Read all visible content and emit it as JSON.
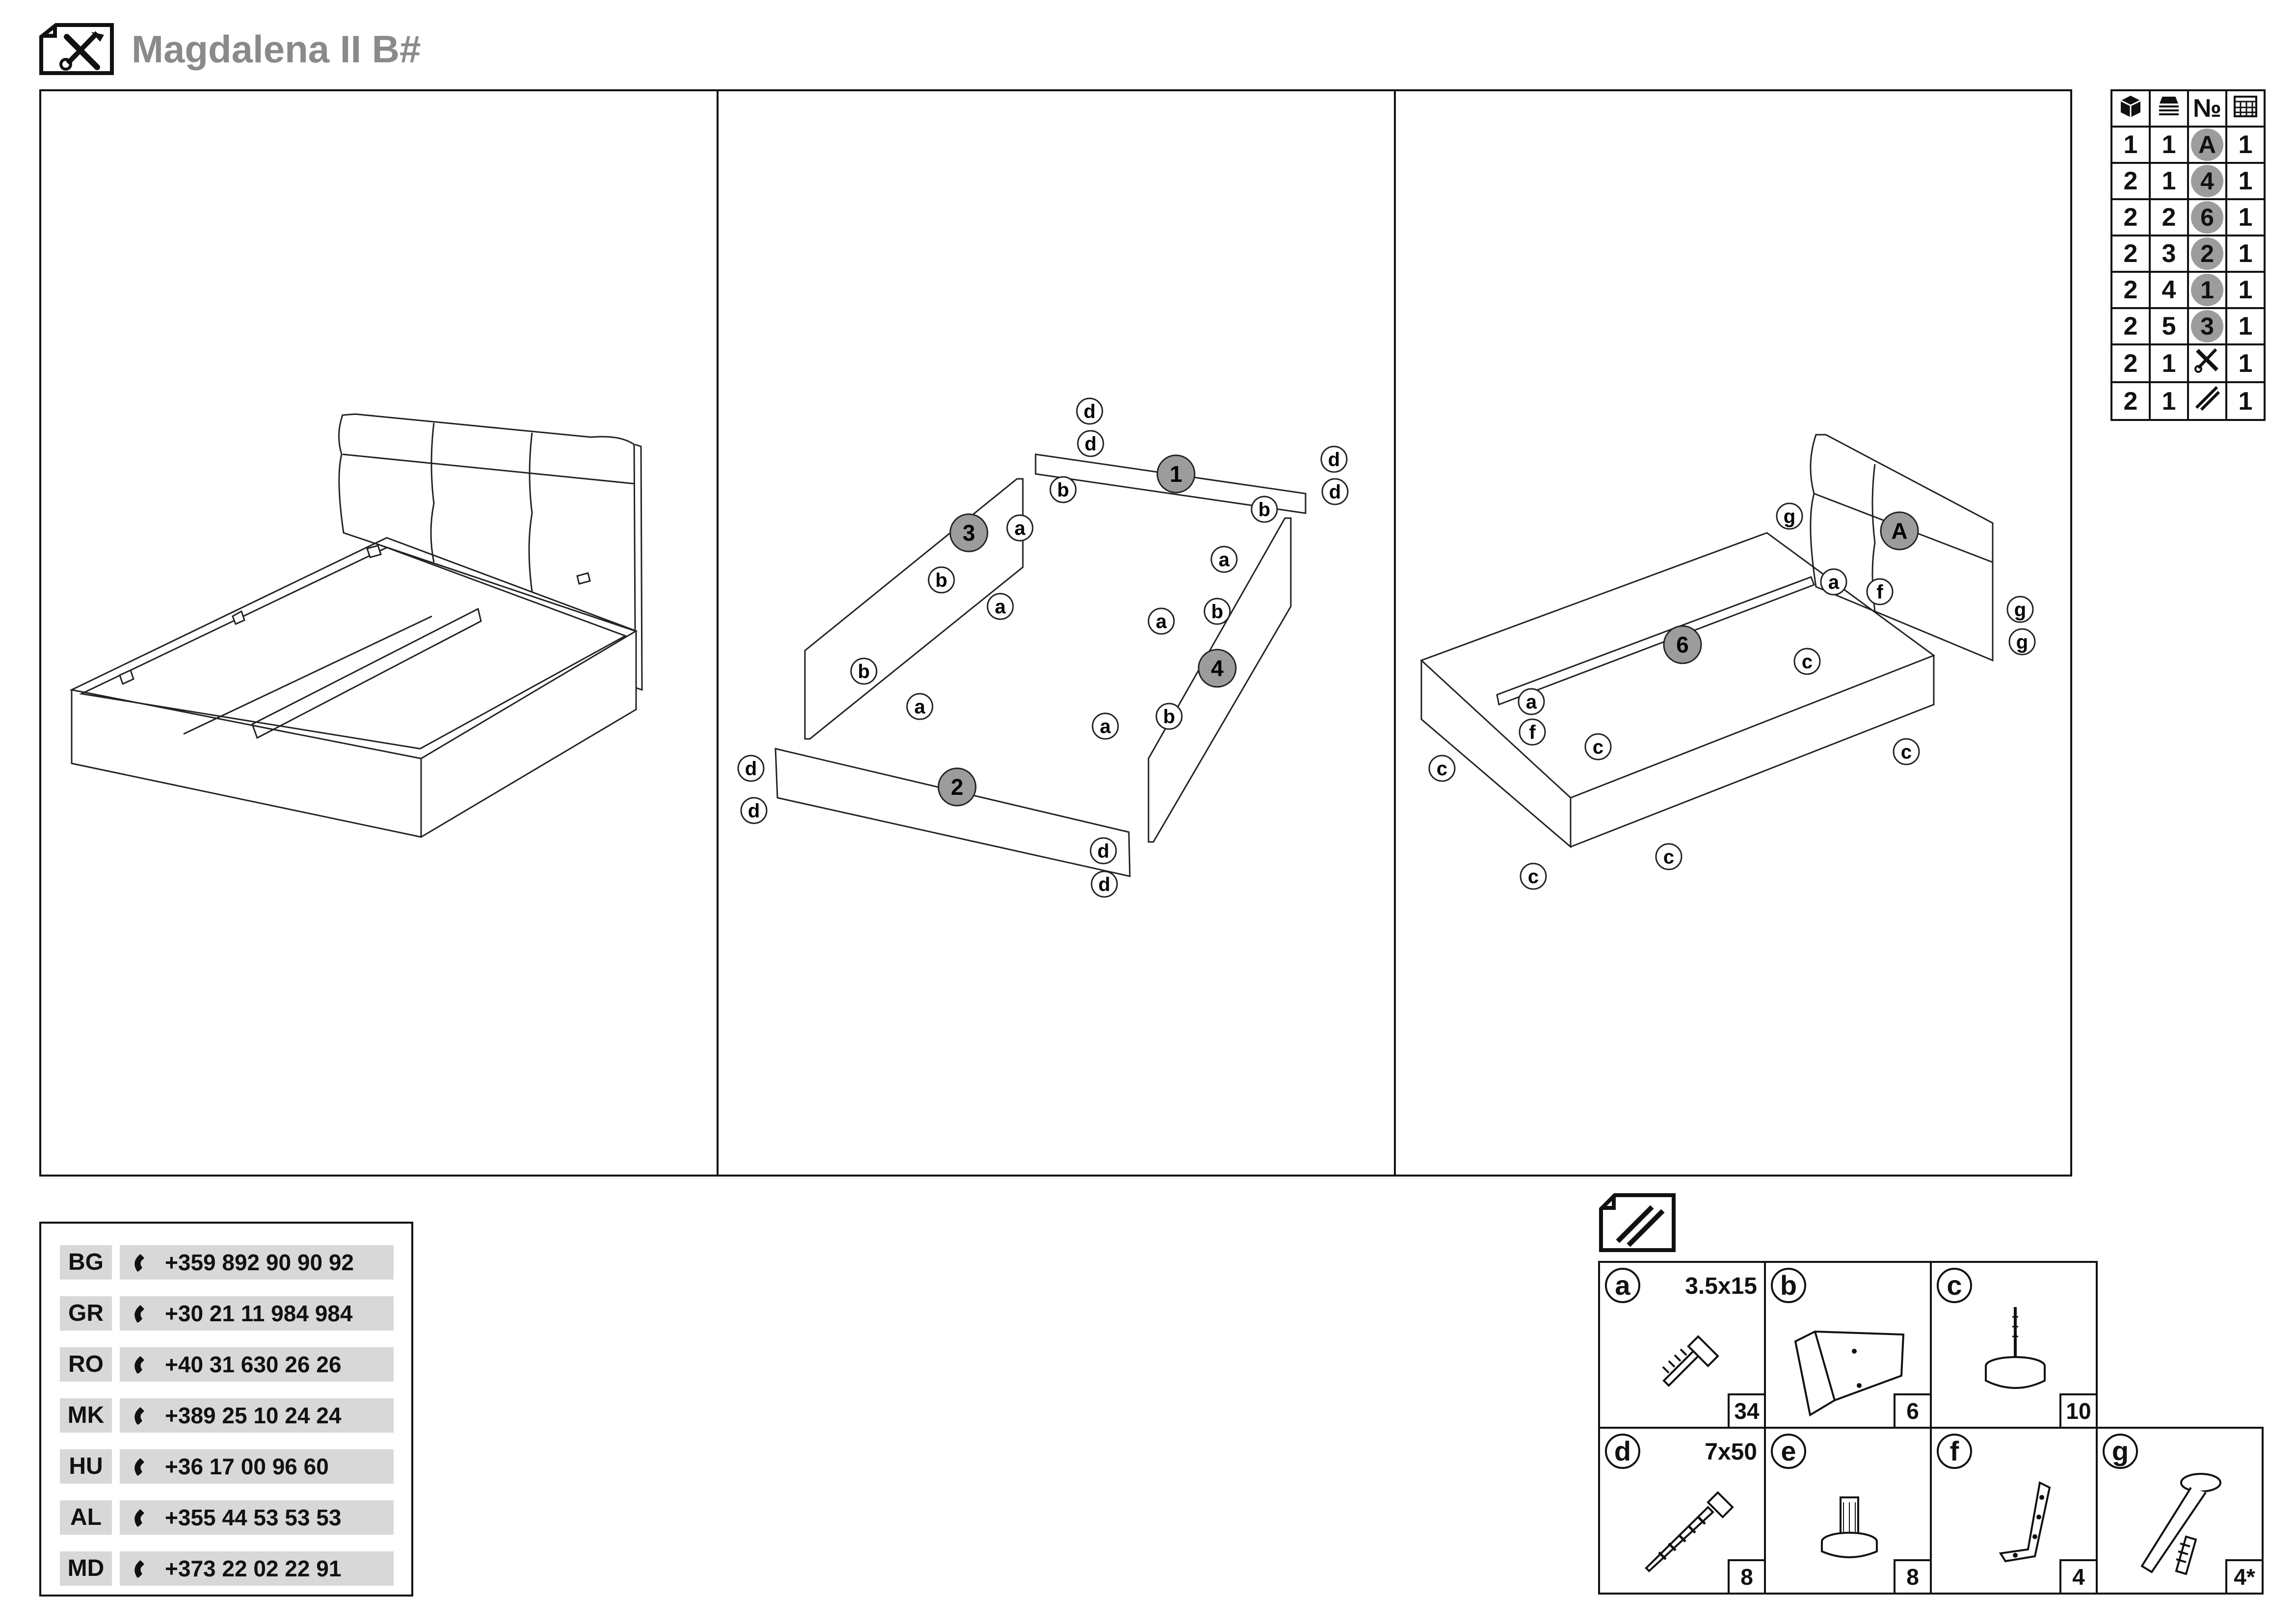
{
  "header": {
    "title": "Magdalena II B#",
    "icon": "tools-icon"
  },
  "parts_table": {
    "header_icons": [
      "box-icon",
      "stack-icon",
      "№",
      "calendar-icon"
    ],
    "rows": [
      {
        "box": "1",
        "pack": "1",
        "part": "A",
        "qty": "1"
      },
      {
        "box": "2",
        "pack": "1",
        "part": "4",
        "qty": "1"
      },
      {
        "box": "2",
        "pack": "2",
        "part": "6",
        "qty": "1"
      },
      {
        "box": "2",
        "pack": "3",
        "part": "2",
        "qty": "1"
      },
      {
        "box": "2",
        "pack": "4",
        "part": "1",
        "qty": "1"
      },
      {
        "box": "2",
        "pack": "5",
        "part": "3",
        "qty": "1"
      },
      {
        "box": "2",
        "pack": "1",
        "part": "tools-icon",
        "qty": "1"
      },
      {
        "box": "2",
        "pack": "1",
        "part": "hardware-icon",
        "qty": "1"
      }
    ]
  },
  "panel2": {
    "parts": [
      "1",
      "2",
      "3",
      "4"
    ],
    "labels": {
      "a": "a",
      "b": "b",
      "d": "d"
    }
  },
  "panel3": {
    "parts": [
      "A",
      "6"
    ],
    "labels": {
      "a": "a",
      "c": "c",
      "f": "f",
      "g": "g"
    }
  },
  "contacts": [
    {
      "country": "BG",
      "phone": "+359 892 90 90 92"
    },
    {
      "country": "GR",
      "phone": "+30 21 11 984 984"
    },
    {
      "country": "RO",
      "phone": "+40 31 630 26 26"
    },
    {
      "country": "MK",
      "phone": "+389 25 10 24 24"
    },
    {
      "country": "HU",
      "phone": "+36 17 00 96 60"
    },
    {
      "country": "AL",
      "phone": "+355 44 53 53 53"
    },
    {
      "country": "MD",
      "phone": "+373 22 02 22 91"
    }
  ],
  "hardware": [
    {
      "letter": "a",
      "size": "3.5x15",
      "qty": "34",
      "icon": "screw-icon"
    },
    {
      "letter": "b",
      "size": "",
      "qty": "6",
      "icon": "corner-bracket-icon"
    },
    {
      "letter": "c",
      "size": "",
      "qty": "10",
      "icon": "glide-nail-icon"
    },
    {
      "letter": "d",
      "size": "7x50",
      "qty": "8",
      "icon": "confirmat-screw-icon"
    },
    {
      "letter": "e",
      "size": "",
      "qty": "8",
      "icon": "dowel-foot-icon"
    },
    {
      "letter": "f",
      "size": "",
      "qty": "4",
      "icon": "angle-bracket-icon"
    },
    {
      "letter": "g",
      "size": "",
      "qty": "4*",
      "icon": "bolt-icon"
    }
  ],
  "colors": {
    "badge_fill": "#9c9c9c",
    "contact_bg": "#d8d8d8",
    "title": "#8a8a8a"
  }
}
